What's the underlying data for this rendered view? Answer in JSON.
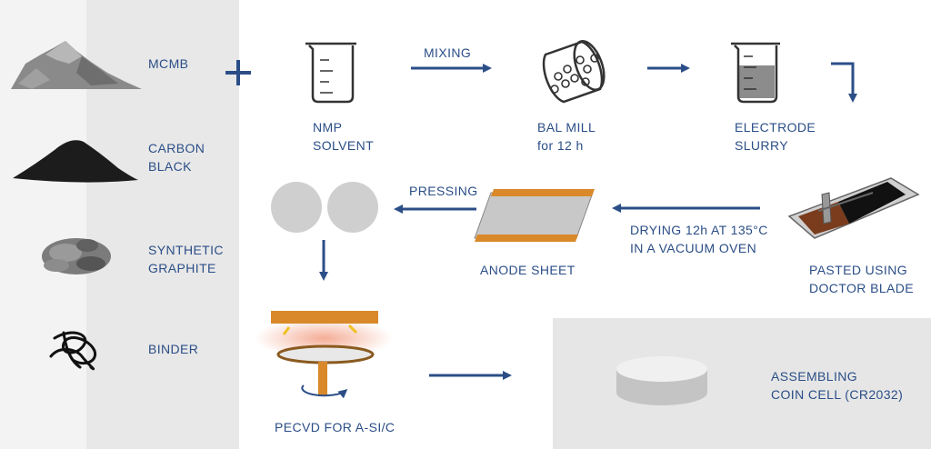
{
  "ingredients": [
    {
      "label": "MCMB",
      "icon": "powder-mound-icon"
    },
    {
      "label": "CARBON\nBLACK",
      "icon": "carbon-black-pile-icon"
    },
    {
      "label": "SYNTHETIC\nGRAPHITE",
      "icon": "graphite-granules-icon"
    },
    {
      "label": "BINDER",
      "icon": "binder-tangle-icon"
    }
  ],
  "steps": {
    "solvent": "NMP\nSOLVENT",
    "mixing": "MIXING",
    "ball_mill": "BAL MILL\nfor 12 h",
    "slurry": "ELECTRODE\nSLURRY",
    "pasted": "PASTED USING\nDOCTOR BLADE",
    "drying": "DRYING 12h AT 135°C\nIN A VACUUM OVEN",
    "anode": "ANODE SHEET",
    "pressing": "PRESSING",
    "pecvd": "PECVD FOR A-SI/C",
    "assembling": "ASSEMBLING\nCOIN CELL (CR2032)"
  },
  "plus_sign": "+",
  "colors": {
    "arrow": "#2b4e87",
    "text": "#2b4e87",
    "copper": "#d9892a",
    "panel": "#e8e8e8"
  }
}
